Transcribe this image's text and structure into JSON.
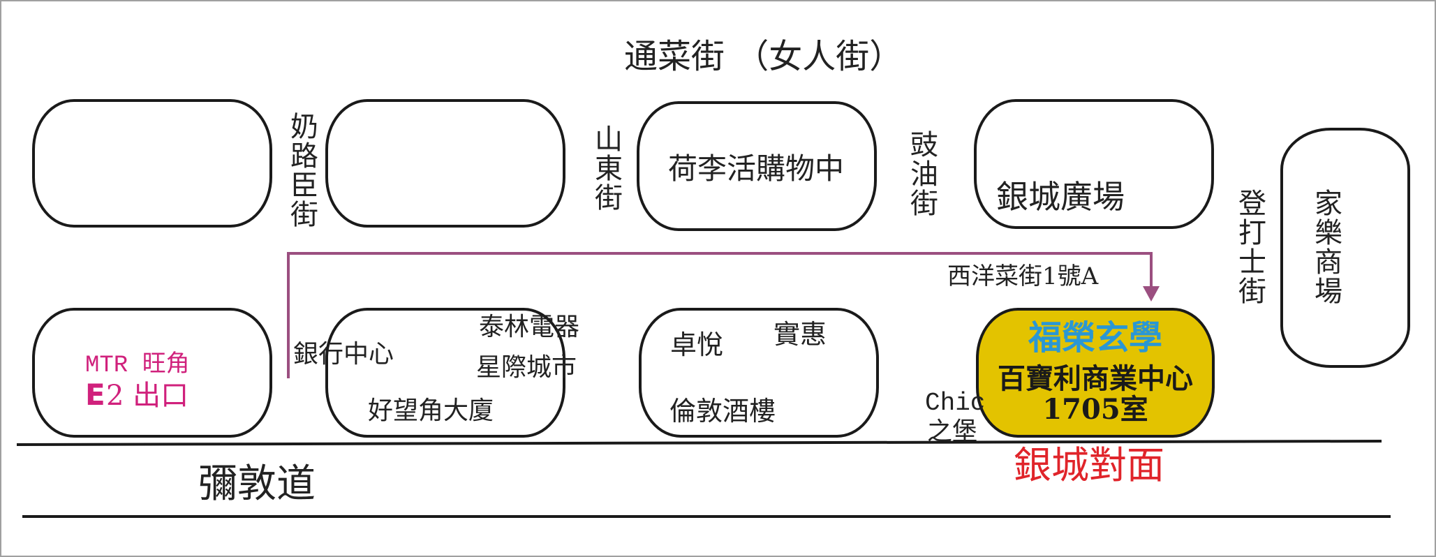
{
  "map": {
    "title_street": "通菜街 （女人街）",
    "streets": {
      "nelson": "奶路臣街",
      "shantung": "山東街",
      "soy": "豉油街",
      "dundas": "登打士街",
      "nathan": "彌敦道"
    },
    "blocks": {
      "top_1": "",
      "top_2": "",
      "hollywood": "荷李活購物中",
      "silvercorp": "銀城廣場",
      "kaleo": "家樂商場",
      "mtr_line1": "MTR 旺角",
      "mtr_exit_e": "E",
      "mtr_line2": "2 出口",
      "bank_centre": "銀行中心",
      "tailam": "泰林電器",
      "starcity": "星際城市",
      "goodhope": "好望角大廈",
      "cheuk_yuet": "卓悅",
      "sasa": "實惠",
      "london_restaurant": "倫敦酒樓",
      "chic_line1": "Chic",
      "chic_line2": "之堡"
    },
    "destination": {
      "address_label": "西洋菜街1號A",
      "name": "福榮玄學",
      "building": "百寶利商業中心",
      "room": "1705室",
      "note": "銀城對面"
    },
    "colors": {
      "route": "#9b4f80",
      "destination_fill": "#e3c300",
      "destination_name": "#2a97d4",
      "mtr_text": "#d0217c",
      "note_text": "#e0242a"
    }
  }
}
